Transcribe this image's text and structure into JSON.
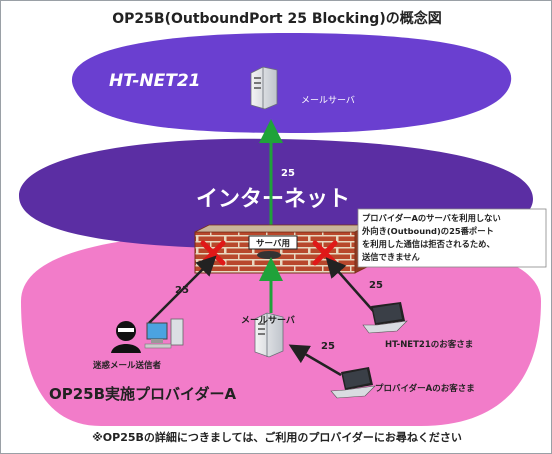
{
  "title": "OP25B(OutboundPort 25 Blocking)の概念図",
  "footer": "※OP25Bの詳細につきましては、ご利用のプロバイダーにお尋ねください",
  "regions": {
    "htnet": "HT-NET21",
    "internet": "インターネット",
    "provider": "OP25B実施プロバイダーA"
  },
  "labels": {
    "top_server": "メールサーバ",
    "provider_server": "メールサーバ",
    "firewall_server": "サーバ用",
    "spammer": "迷惑メール送信者",
    "htnet_customer": "HT-NET21のお客さま",
    "provider_customer": "プロバイダーAのお客さま"
  },
  "note": {
    "line1": "プロバイダーAのサーバを利用しない",
    "line2": "外向き(Outbound)の25番ポート",
    "line3": "を利用した通信は拒否されるため、",
    "line4": "送信できません"
  },
  "ports": {
    "internet_up": "25",
    "spammer": "25",
    "customer_right": "25",
    "provider_customer": "25"
  },
  "colors": {
    "htnet_region": "#6a3fd0",
    "internet_region": "#5a2fa0",
    "provider_region": "#f07ac8",
    "arrow_green": "#1fa23a",
    "block_red": "#e01818",
    "brick": "#b24a2e"
  }
}
